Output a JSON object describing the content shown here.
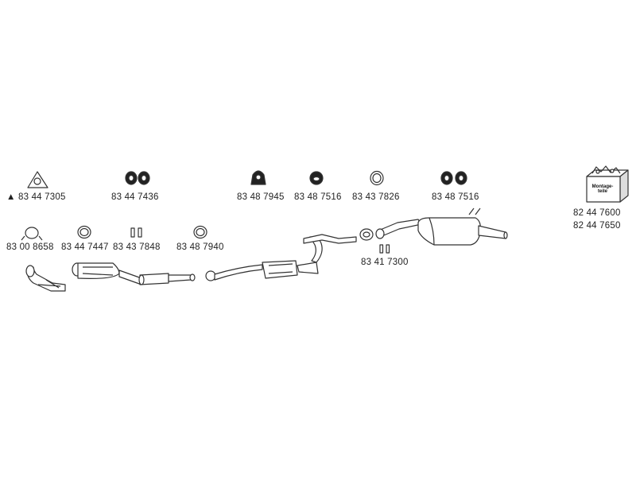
{
  "parts": {
    "gasket_triangle": "▲ 83 44 7305",
    "rubber_mounts_pair_1": "83 44 7436",
    "rubber_mount_single": "83 48 7945",
    "rubber_mount_2": "83 48 7516",
    "ring_1": "83 43 7826",
    "rubber_mounts_pair_2": "83 48 7516",
    "mounting_kit_1": "82 44 7600",
    "mounting_kit_2": "82 44 7650",
    "clamp": "83 00 8658",
    "ring_2": "83 44 7447",
    "bolts": "83 43 7848",
    "ring_3": "83 48 7940",
    "center_bolts": "83 41 7300"
  },
  "mounting_box_label": "Montage-teile",
  "colors": {
    "line": "#333333",
    "fill": "#ffffff",
    "shade": "#bbbbbb",
    "dark": "#222222"
  }
}
